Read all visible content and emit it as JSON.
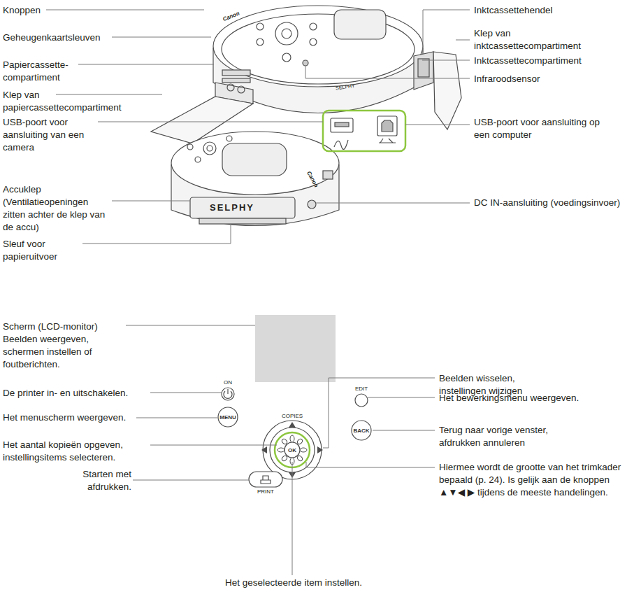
{
  "diagram": {
    "nodes": [
      {
        "text": [
          "MENU"
        ]
      },
      {
        "text": [
          "BACK"
        ]
      },
      {
        "text": [
          "OK"
        ]
      }
    ],
    "labels": [
      "Knoppen",
      "Geheugenkaartsleuven",
      "Papiercassette- compartiment",
      "Klep van papiercassettecompartiment",
      "Canon",
      "SELPHY",
      "Inktcassettehendel",
      "Klep van inktcassettecompartiment",
      "Inktcassettecompartiment",
      "Infraroodsensor",
      "USB-poort voor aansluiting van een camera",
      "USB-poort voor aansluiting op een computer",
      "Accuklep",
      "(Ventilatieopeningen zitten achter de klep van de accu)",
      "SELPHY",
      "Canon",
      "Sleuf voor papieruitvoer",
      "DC IN-aansluiting (voedingsinvoer)",
      "Scherm (LCD-monitor)",
      "Beelden weergeven, schermen instellen of foutberichten.",
      "Beelden wisselen, instellingen wijzigen",
      "ON",
      "COPIES",
      "EDIT",
      "De printer in- en uitschakelen.",
      "Het bewerkingsmenu weergeven.",
      "Het menuscherm weergeven.",
      "Terug naar vorige venster, afdrukken annuleren",
      "Het aantal kopieën opgeven, instellingsitems selecteren.",
      "Hiermee wordt de grootte van het trimkader bepaald (p. 24). Is gelijk aan de knoppen ▲▼◀ ▶ tijdens de meeste handelingen.",
      "Starten met afdrukken.",
      "PRINT",
      "Het geselecteerde item instellen."
    ]
  }
}
